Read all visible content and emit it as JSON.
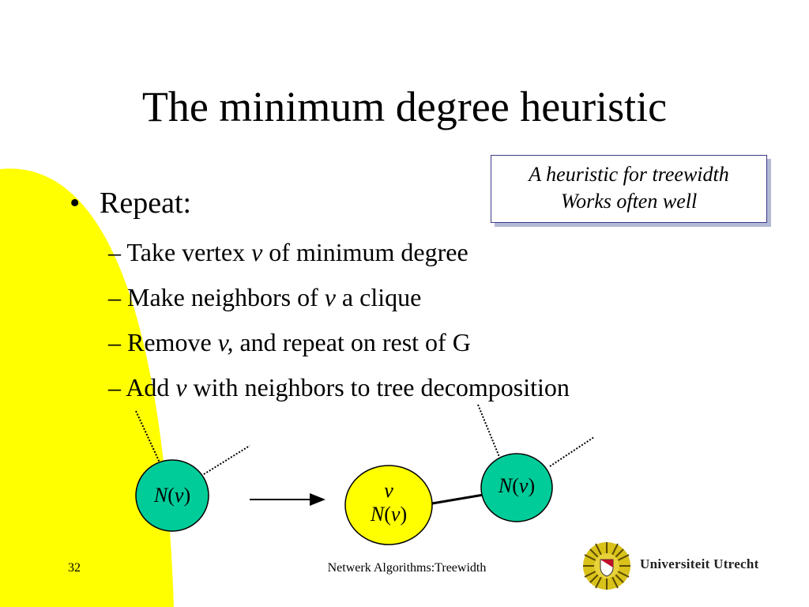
{
  "title": "The minimum degree heuristic",
  "callout": {
    "line1": "A heuristic for treewidth",
    "line2": "Works often well"
  },
  "bullet": {
    "symbol": "•",
    "text": "Repeat:"
  },
  "subitems": [
    {
      "dash": "–",
      "before": "Take vertex ",
      "var": "v",
      "after": " of minimum degree"
    },
    {
      "dash": "–",
      "before": "Make neighbors of ",
      "var": "v",
      "after": " a clique"
    },
    {
      "dash": "–",
      "before": "Remove ",
      "var": "v,",
      "after": " and repeat on rest of G"
    },
    {
      "dash": "–",
      "before": "Add ",
      "var": "v",
      "after": " with neighbors to tree decomposition"
    }
  ],
  "diagram": {
    "left_node": {
      "n": "N",
      "open": "(",
      "v": "v",
      "close": ")"
    },
    "middle_node": {
      "top": "v",
      "n": "N",
      "open": "(",
      "v": "v",
      "close": ")"
    },
    "right_node": {
      "n": "N",
      "open": "(",
      "v": "v",
      "close": ")"
    }
  },
  "footer": {
    "slide_number": "32",
    "course": "Netwerk Algorithms:Treewidth",
    "university": "Universiteit Utrecht"
  },
  "colors": {
    "yellow": "#ffff00",
    "node_green": "#00cc99",
    "node_yellow": "#ffff00",
    "callout_border": "#3a3a8c",
    "callout_shadow": "#b4b9d4"
  }
}
